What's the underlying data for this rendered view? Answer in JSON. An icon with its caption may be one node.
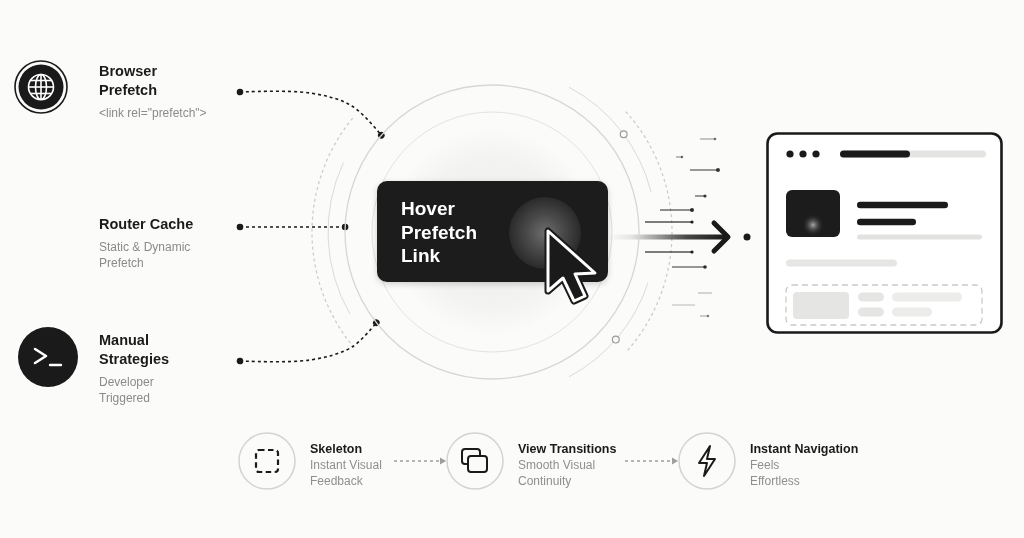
{
  "diagram": {
    "nodes": [
      {
        "text": [
          "Browser Prefetch",
          "<link rel=\"prefetch\">"
        ]
      },
      {
        "text": [
          "Router Cache",
          "Static & Dynamic Prefetch"
        ]
      },
      {
        "text": [
          "Manual Strategies",
          "Developer Triggered"
        ]
      },
      {
        "text": [],
        "shape": "circle"
      },
      {
        "text": [
          "Hover Prefetch Link"
        ],
        "in": 3
      },
      {
        "text": [],
        "shape": "picture"
      },
      {
        "text": [
          "Skeleton",
          "Instant Visual Feedback"
        ]
      },
      {
        "text": [
          "View Transitions",
          "Smooth Visual Continuity"
        ]
      },
      {
        "text": [
          "Instant Navigation",
          "Feels Effortless"
        ]
      }
    ],
    "edges": [
      {
        "from": 0,
        "to": 3,
        "arrow": "other",
        "style": "dashed"
      },
      {
        "from": 1,
        "to": 3,
        "arrow": "other",
        "style": "dashed"
      },
      {
        "from": 2,
        "to": 3,
        "arrow": "other",
        "style": "dashed"
      },
      {
        "from": 4,
        "to": 5,
        "arrow": "to",
        "style": "thick"
      },
      {
        "from": 6,
        "to": 7,
        "arrow": "to",
        "style": "dashed",
        "color": "#9e9e9e"
      },
      {
        "from": 7,
        "to": 8,
        "arrow": "to",
        "style": "dashed",
        "color": "#9e9e9e"
      }
    ]
  }
}
